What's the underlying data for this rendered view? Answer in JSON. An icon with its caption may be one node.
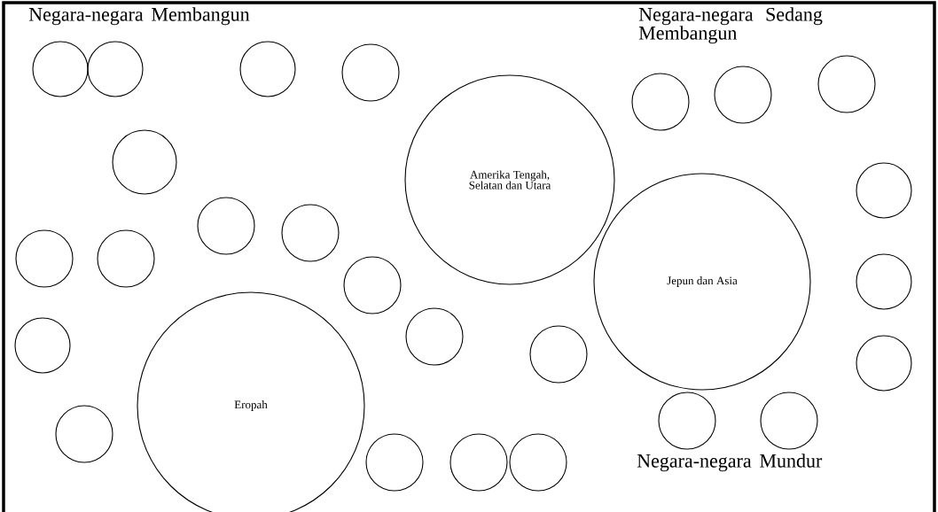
{
  "diagram": {
    "nodes": [
      {
        "text": [],
        "shape": "circle"
      },
      {
        "text": [],
        "shape": "circle"
      },
      {
        "text": [],
        "shape": "circle"
      },
      {
        "text": [],
        "shape": "circle"
      },
      {
        "text": [
          "Amerika Tengah, Selatan dan Utara"
        ]
      },
      {
        "text": [],
        "shape": "circle"
      },
      {
        "text": [],
        "shape": "circle"
      },
      {
        "text": [],
        "shape": "circle"
      },
      {
        "text": [],
        "shape": "circle"
      },
      {
        "text": [],
        "shape": "circle"
      },
      {
        "text": [],
        "shape": "circle"
      },
      {
        "text": [],
        "shape": "circle"
      },
      {
        "text": [],
        "shape": "circle"
      },
      {
        "text": [],
        "shape": "circle"
      },
      {
        "text": [],
        "shape": "circle"
      },
      {
        "text": [
          "Jepun dan Asia"
        ]
      },
      {
        "text": [],
        "shape": "circle"
      },
      {
        "text": [],
        "shape": "circle"
      },
      {
        "text": [],
        "shape": "circle"
      },
      {
        "text": [],
        "shape": "circle"
      },
      {
        "text": [],
        "shape": "circle"
      },
      {
        "text": [
          "Eropah"
        ]
      },
      {
        "text": [],
        "shape": "circle"
      },
      {
        "text": [],
        "shape": "circle"
      },
      {
        "text": [],
        "shape": "circle"
      },
      {
        "text": [],
        "shape": "circle"
      },
      {
        "text": [],
        "shape": "circle"
      },
      {
        "text": [],
        "shape": "circle"
      }
    ],
    "labels": [
      "Negara-negara Membangun",
      "Negara-negara Sedang Membangun",
      "Negara-negara Mundur"
    ]
  }
}
